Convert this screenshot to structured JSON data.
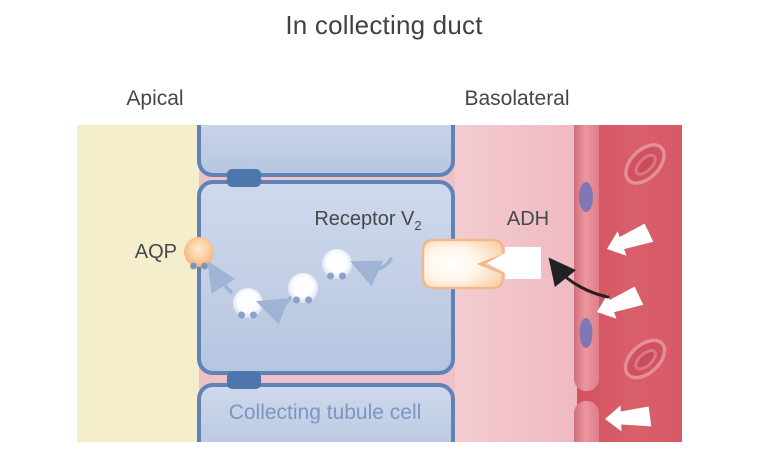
{
  "title": "In collecting duct",
  "membrane_labels": {
    "apical": "Apical",
    "basolateral": "Basolateral"
  },
  "annotations": {
    "aqp": "AQP",
    "receptor_base": "Receptor V",
    "receptor_subscript": "2",
    "adh": "ADH",
    "cell_name": "Collecting tubule cell"
  },
  "regions": {
    "tubule_lumen_color": "#f5eecd",
    "interstitium_color": "#f1c6cc",
    "capillary_color": "#d75864",
    "cell_fill_color": "#c3d1e8",
    "cell_border_color": "#5f83b7",
    "tight_junction_color": "#4d76ad"
  },
  "diagram_elements": {
    "vesicle_count": 3,
    "vesicle_dot_color": "#8aa2c8",
    "white_block_arrow_count": 3,
    "red_blood_cell_count": 2,
    "endothelium_color": "#e98f99",
    "endothelial_nucleus_color": "#8177b5",
    "aqp_channel_color": "#f5ad74",
    "receptor_color": "#f8c99c",
    "adh_molecule_color": "#ffffff",
    "vesicle_traffic_arrow_color": "#9fb3d4",
    "adh_signal_arrow_color": "#212121",
    "label_text_color": "#45484c",
    "cell_name_text_color": "#7c95c1"
  }
}
